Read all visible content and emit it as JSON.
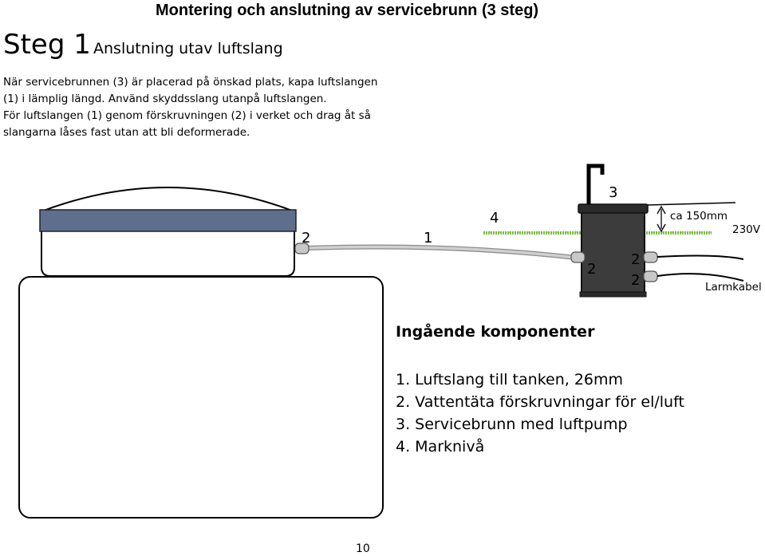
{
  "header": {
    "title": "Montering och anslutning av servicebrunn (3 steg)"
  },
  "step": {
    "number": "Steg 1",
    "heading": "Anslutning utav luftslang",
    "paragraphs": [
      "När servicebrunnen (3) är placerad på önskad plats, kapa luftslangen (1) i lämplig längd. Använd skyddsslang utanpå luftslangen.",
      "För luftslangen (1) genom förskruvningen (2) i verket och drag åt så slangarna låses fast utan att bli deformerade."
    ]
  },
  "diagram": {
    "labels": {
      "fitting_tank": "2",
      "air_hose": "1",
      "ground": "4",
      "service_well": "3",
      "fitting_well_left": "2",
      "fitting_well_top": "2",
      "fitting_well_bottom": "2",
      "depth": "ca 150mm",
      "power": "230V",
      "alarm_cable": "Larmkabel"
    },
    "colors": {
      "lid": "#5d6f8c",
      "ground": "#7cc242",
      "well_body": "#3c3c3c",
      "fitting": "#c8c8c8",
      "hose": "#c9c9c9"
    }
  },
  "components": {
    "heading": "Ingående komponenter",
    "items": [
      "1. Luftslang till tanken, 26mm",
      "2. Vattentäta förskruvningar för el/luft",
      "3. Servicebrunn med luftpump",
      "4. Marknivå"
    ]
  },
  "footer": {
    "page_number": "10"
  }
}
